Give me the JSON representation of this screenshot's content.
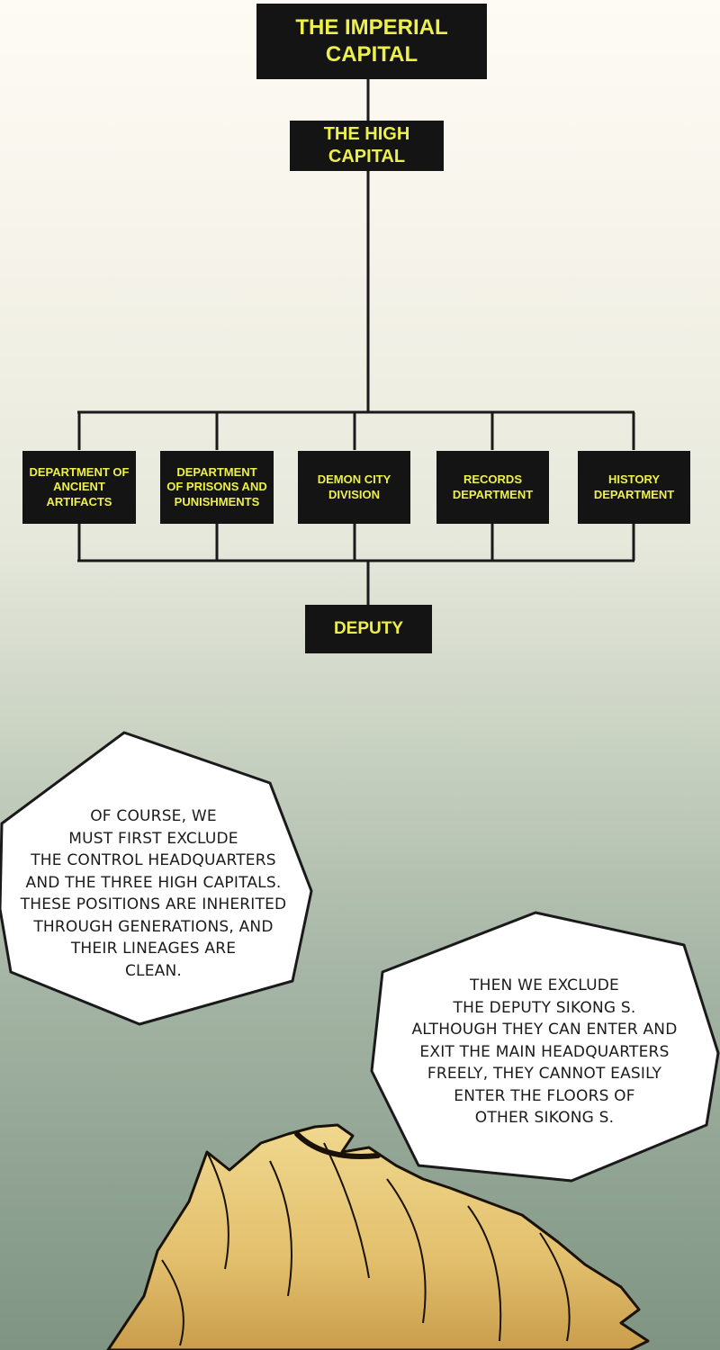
{
  "org_chart": {
    "root": "THE IMPERIAL CAPITAL",
    "level2": "THE HIGH CAPITAL",
    "departments": [
      [
        "DEPARTMENT OF",
        "ANCIENT ARTIFACTS"
      ],
      [
        "DEPARTMENT",
        "OF PRISONS AND",
        "PUNISHMENTS"
      ],
      [
        "DEMON CITY",
        "DIVISION"
      ],
      [
        "RECORDS",
        "DEPARTMENT"
      ],
      [
        "HISTORY",
        "DEPARTMENT"
      ]
    ],
    "bottom": "DEPUTY"
  },
  "speech_bubbles": {
    "left": [
      "OF COURSE, WE",
      "MUST FIRST EXCLUDE",
      "THE CONTROL HEADQUARTERS",
      "AND THE THREE HIGH CAPITALS.",
      "THESE POSITIONS ARE INHERITED",
      "THROUGH GENERATIONS, AND",
      "THEIR LINEAGES ARE",
      "CLEAN."
    ],
    "right": [
      "THEN WE EXCLUDE",
      "THE DEPUTY SIKONG S.",
      "ALTHOUGH THEY CAN ENTER AND",
      "EXIT THE MAIN HEADQUARTERS",
      "FREELY, THEY CANNOT EASILY",
      "ENTER THE FLOORS OF",
      "OTHER SIKONG S."
    ]
  },
  "colors": {
    "box_fill": "#141414",
    "box_text": "#eef04a",
    "hair": "#e9c97a"
  }
}
